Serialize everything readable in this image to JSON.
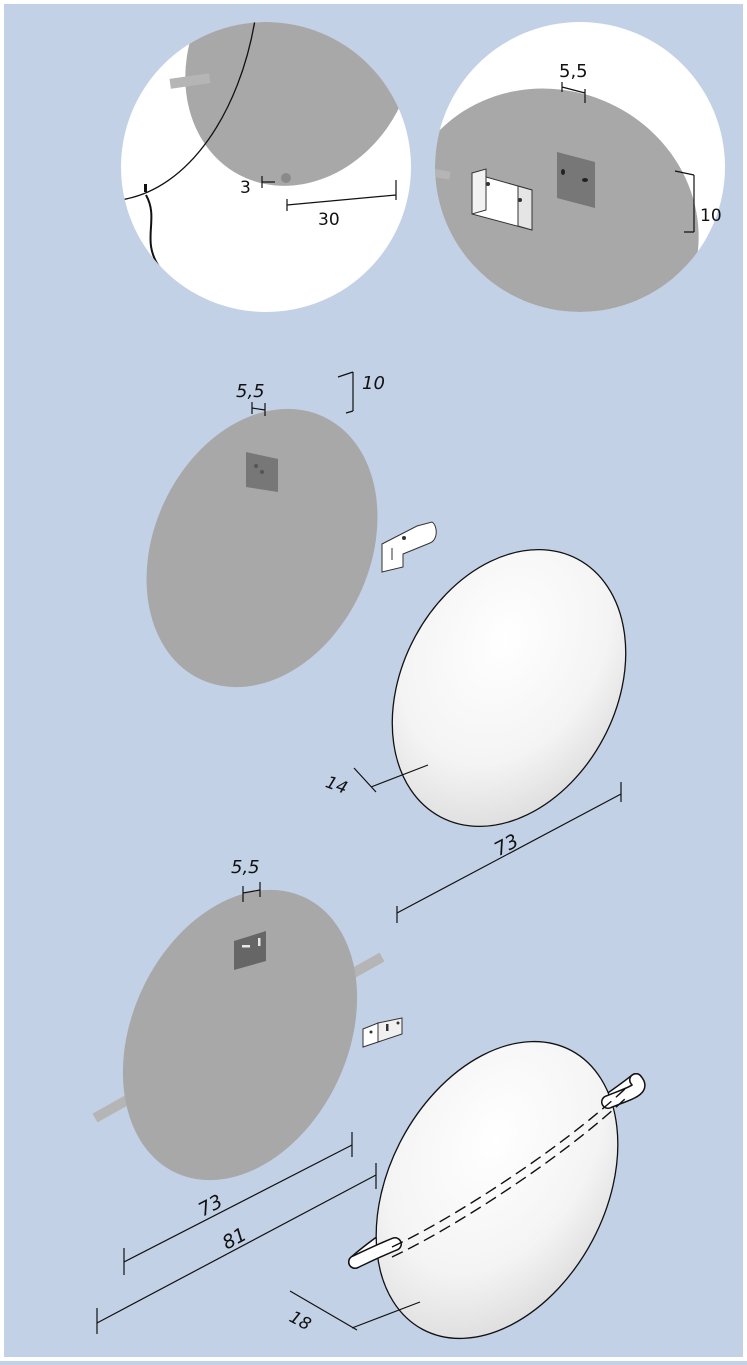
{
  "detail_left": {
    "dim_small": "3",
    "dim_large": "30"
  },
  "detail_right": {
    "dim_top": "5,5",
    "dim_side": "10"
  },
  "mirror_round": {
    "bracket_offset": "5,5",
    "bracket_height": "10",
    "depth": "14",
    "diameter": "73"
  },
  "mirror_ring": {
    "bracket_offset": "5,5",
    "inner_diameter": "73",
    "outer_diameter": "81",
    "depth": "18"
  },
  "colors": {
    "background": "#c2d1e6",
    "wall_plate": "#a8a8a8",
    "mirror": "#ffffff",
    "bracket_plate": "#6f6f6f"
  }
}
